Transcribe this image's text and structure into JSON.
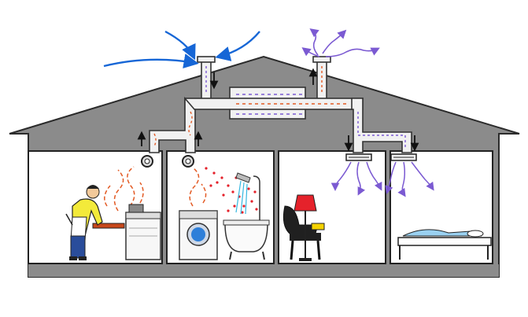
{
  "diagram": {
    "rooms": [
      "kitchen",
      "bathroom",
      "living-room",
      "bedroom"
    ],
    "airflow": {
      "intake": "fresh-air",
      "exhaust": "stale-air",
      "unit": "heat-recovery-ventilator"
    },
    "colors": {
      "house_fill": "#8a8a8a",
      "house_stroke": "#2b2b2b",
      "room_fill": "#ffffff",
      "duct_fill": "#f1f1f1",
      "duct_stroke": "#333333",
      "fresh_air": "#1666d6",
      "stale_air": "#7b5ad2",
      "heat": "#e35a24",
      "steam": "#e4202a",
      "shower": "#35b7e0",
      "lamp": "#e5222b",
      "person_shirt": "#f3ea3a",
      "washer_door": "#2e7fd9"
    }
  }
}
